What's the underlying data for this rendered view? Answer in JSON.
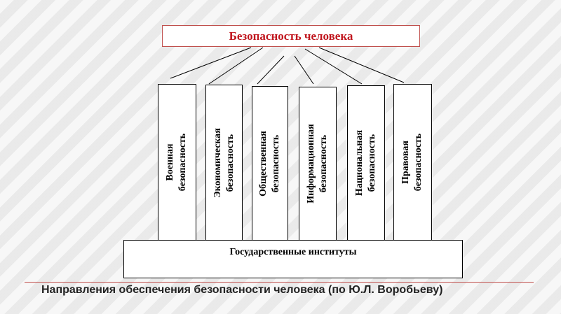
{
  "diagram": {
    "title": "Безопасность человека",
    "columns": [
      {
        "line1": "Военная",
        "line2": "безопасность"
      },
      {
        "line1": "Экономическая",
        "line2": "безопасность"
      },
      {
        "line1": "Общественная",
        "line2": "безопасность"
      },
      {
        "line1": "Информационная",
        "line2": "безопасность"
      },
      {
        "line1": "Национальная",
        "line2": "безопасность"
      },
      {
        "line1": "Правовая",
        "line2": "безопасность"
      }
    ],
    "base_label": "Государственные институты"
  },
  "caption": "Направления обеспечения безопасности человека (по Ю.Л. Воробьеву)",
  "colors": {
    "title_text": "#c0161e",
    "accent_border": "#c0504d"
  }
}
